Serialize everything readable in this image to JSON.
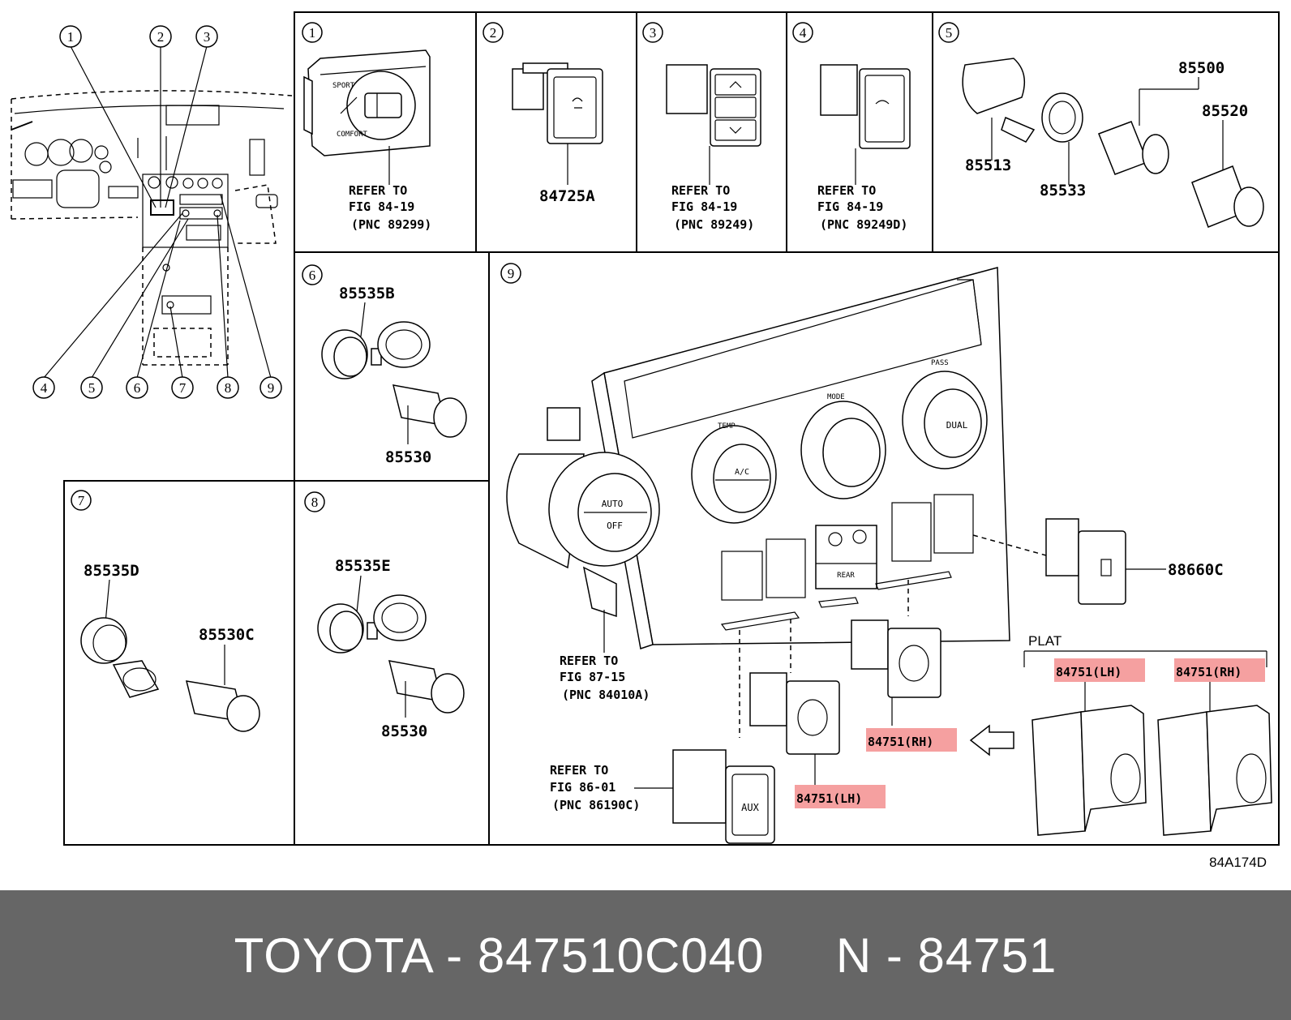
{
  "callouts": {
    "c1": "1",
    "c2": "2",
    "c3": "3",
    "c4": "4",
    "c5": "5",
    "c6": "6",
    "c7": "7",
    "c8": "8",
    "c9": "9"
  },
  "panel1": {
    "ref_line1": "REFER TO",
    "ref_line2": "FIG 84-19",
    "ref_line3": "(PNC 89299)",
    "dial_top": "SPORT",
    "dial_bottom": "COMFORT"
  },
  "panel2": {
    "part": "84725A"
  },
  "panel3": {
    "ref_line1": "REFER TO",
    "ref_line2": "FIG 84-19",
    "ref_line3": "(PNC 89249)"
  },
  "panel4": {
    "ref_line1": "REFER TO",
    "ref_line2": "FIG 84-19",
    "ref_line3": "(PNC 89249D)"
  },
  "panel5": {
    "part_a": "85500",
    "part_b": "85520",
    "part_c": "85513",
    "part_d": "85533"
  },
  "panel6": {
    "part_a": "85535B",
    "part_b": "85530"
  },
  "panel7": {
    "part_a": "85535D",
    "part_b": "85530C"
  },
  "panel8": {
    "part_a": "85535E",
    "part_b": "85530"
  },
  "panel9": {
    "ref1_line1": "REFER TO",
    "ref1_line2": "FIG 87-15",
    "ref1_line3": "(PNC 84010A)",
    "ref2_line1": "REFER TO",
    "ref2_line2": "FIG 86-01",
    "ref2_line3": "(PNC 86190C)",
    "part_switch": "88660C",
    "part_lh": "84751(LH)",
    "part_rh": "84751(RH)",
    "plat_label": "PLAT",
    "plat_lh": "84751(LH)",
    "plat_rh": "84751(RH)",
    "knob_auto": "AUTO",
    "knob_off": "OFF",
    "knob_ac": "A/C",
    "knob_dual": "DUAL",
    "label_temp": "TEMP",
    "label_mode": "MODE",
    "label_pass": "PASS",
    "label_rear": "REAR",
    "label_aux": "AUX"
  },
  "diagram_code": "84A174D",
  "footer": {
    "brand": "TOYOTA",
    "part_number": "847510C040",
    "pnc_prefix": "N",
    "pnc": "84751"
  },
  "colors": {
    "highlight": "#f5a0a0",
    "footer_bg": "#666666",
    "footer_text": "#ffffff"
  }
}
